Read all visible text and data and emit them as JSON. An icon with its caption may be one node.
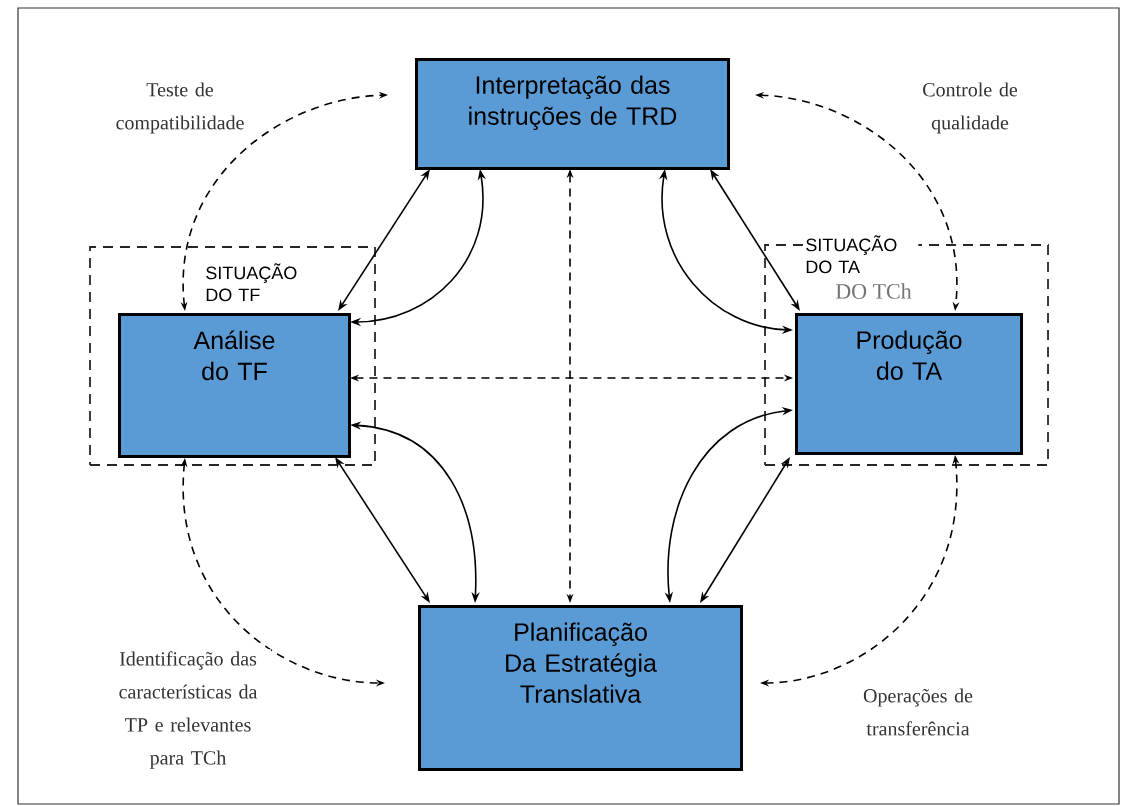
{
  "diagram": {
    "nodes": [
      {
        "text": [
          "Interpretação das instruções de TRD"
        ]
      },
      {
        "text": [
          "SITUAÇÃO DO TF"
        ]
      },
      {
        "text": [
          "Análise do TF"
        ],
        "in": 1
      },
      {
        "text": [
          "SITUAÇÃO DO TA",
          "DO TCh"
        ]
      },
      {
        "text": [
          "Produção do TA"
        ],
        "in": 3
      },
      {
        "text": [
          "Planificação Da Estratégia Translativa"
        ]
      }
    ],
    "edges": [
      {
        "from": 2,
        "to": 0,
        "arrow": "both",
        "style": "dashed",
        "label": "Teste de compatibilidade"
      },
      {
        "from": 0,
        "to": 4,
        "arrow": "both",
        "style": "dashed",
        "label": "Controle de qualidade"
      },
      {
        "from": 2,
        "to": 5,
        "arrow": "both",
        "style": "dashed",
        "label": "Identificação das características da TP e relevantes para TCh"
      },
      {
        "from": 4,
        "to": 5,
        "arrow": "both",
        "style": "dashed",
        "label": "Operações de transferência"
      },
      {
        "from": 0,
        "to": 5,
        "arrow": "both",
        "style": "dashed"
      },
      {
        "from": 2,
        "to": 4,
        "arrow": "both",
        "style": "dashed"
      },
      {
        "from": 0,
        "to": 2,
        "arrow": "both"
      },
      {
        "from": 0,
        "to": 2,
        "arrow": "both"
      },
      {
        "from": 0,
        "to": 4,
        "arrow": "both"
      },
      {
        "from": 0,
        "to": 4,
        "arrow": "both"
      },
      {
        "from": 2,
        "to": 5,
        "arrow": "both"
      },
      {
        "from": 2,
        "to": 5,
        "arrow": "both"
      },
      {
        "from": 4,
        "to": 5,
        "arrow": "both"
      },
      {
        "from": 4,
        "to": 5,
        "arrow": "both"
      }
    ]
  }
}
